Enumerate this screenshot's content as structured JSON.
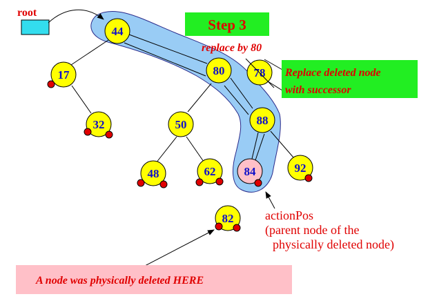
{
  "colors": {
    "node_fill": "#ffff00",
    "action_node_fill": "#ffc0c8",
    "path_highlight": "#99ccf5",
    "root_box": "#33ddee",
    "leaf_dot": "#e00000",
    "step_box": "#22ee22",
    "note_box": "#ffc0c8",
    "label_text": "#1010c8",
    "annotation_text": "#e00000"
  },
  "root_label": "root",
  "step_title": "Step 3",
  "replace_label": "replace by 80",
  "replace_note": {
    "line1": "Replace deleted node",
    "line2": "with successor"
  },
  "action_label": {
    "line1": "actionPos",
    "line2": "(parent node of the",
    "line3": "physically deleted node)"
  },
  "deleted_note": "A node was physically deleted HERE",
  "nodes": {
    "n44": "44",
    "n17": "17",
    "n80": "80",
    "n78": "78",
    "n32": "32",
    "n50": "50",
    "n88": "88",
    "n48": "48",
    "n62": "62",
    "n84": "84",
    "n92": "92",
    "n82": "82"
  }
}
